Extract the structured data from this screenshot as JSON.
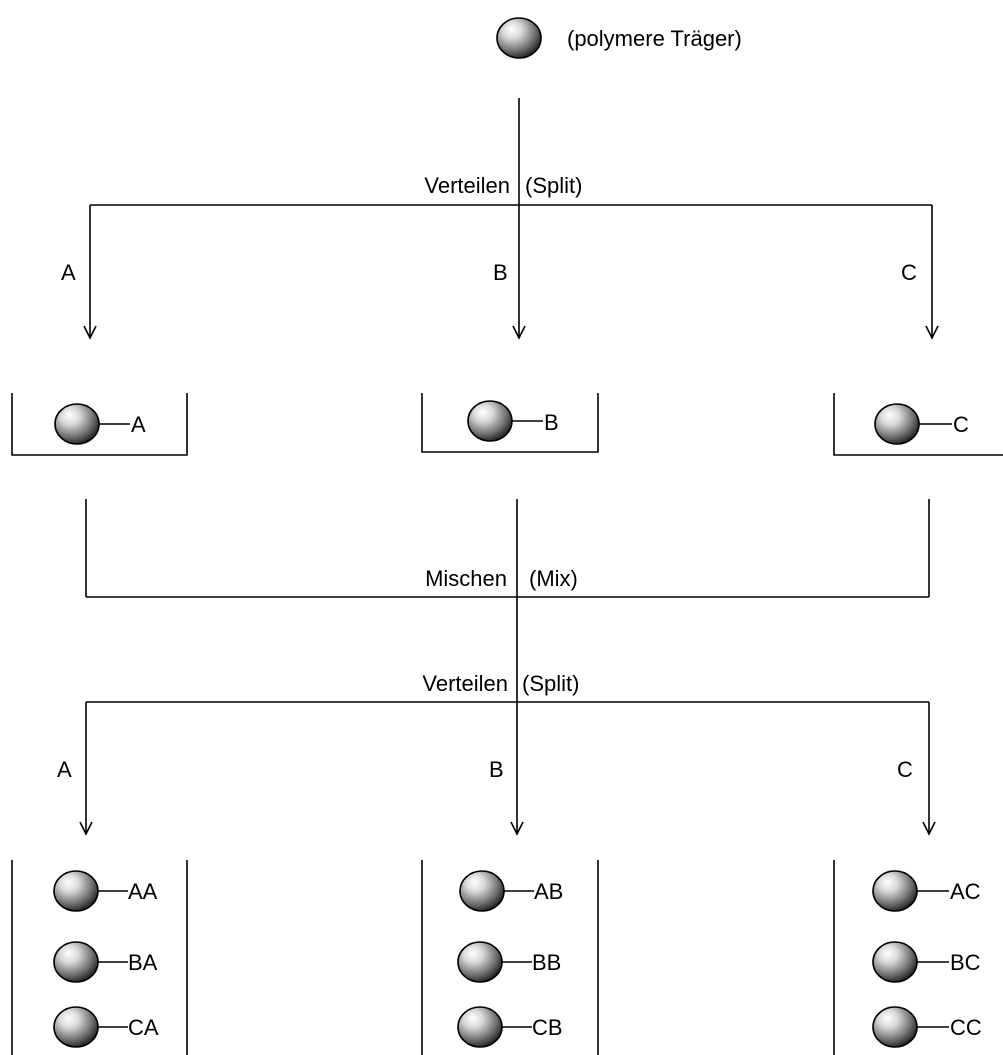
{
  "support": {
    "label": "(polymere Träger)"
  },
  "split_1": {
    "label_left": "Verteilen",
    "label_right": "(Split)"
  },
  "branches_1": [
    {
      "reagent": "A",
      "product": "A"
    },
    {
      "reagent": "B",
      "product": "B"
    },
    {
      "reagent": "C",
      "product": "C"
    }
  ],
  "mix": {
    "label_left": "Mischen",
    "label_right": "(Mix)"
  },
  "split_2": {
    "label_left": "Verteilen",
    "label_right": "(Split)"
  },
  "branches_2": [
    {
      "reagent": "A",
      "products": [
        "AA",
        "BA",
        "CA"
      ]
    },
    {
      "reagent": "B",
      "products": [
        "AB",
        "BB",
        "CB"
      ]
    },
    {
      "reagent": "C",
      "products": [
        "AC",
        "BC",
        "CC"
      ]
    }
  ],
  "colors": {
    "line": "#000000",
    "bead_highlight": "#ffffff",
    "bead_shadow": "#1a1a1a"
  }
}
